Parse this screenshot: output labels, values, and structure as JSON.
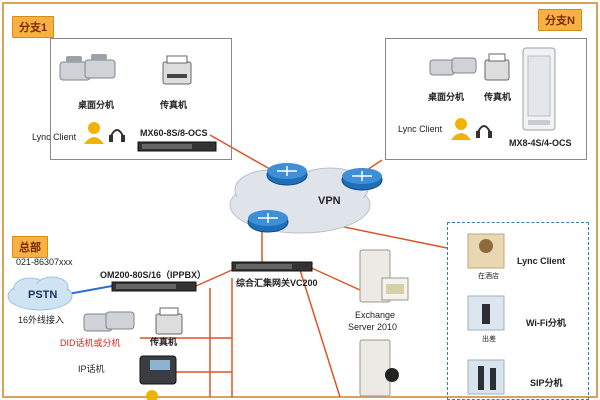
{
  "branch1": {
    "tag": "分支1",
    "desk_phone": "桌面分机",
    "fax": "传真机",
    "lync_client": "Lync Client",
    "device": "MX60-8S/8-OCS"
  },
  "branchN": {
    "tag": "分支N",
    "desk_phone": "桌面分机",
    "fax": "传真机",
    "lync_client": "Lync Client",
    "device": "MX8-4S/4-OCS"
  },
  "cloud": {
    "vpn": "VPN"
  },
  "hq": {
    "tag": "总部",
    "phone_number": "021-86307xxx",
    "pstn": "PSTN",
    "trunk": "16外线接入",
    "ippbx": "OM200-80S/16（IPPBX）",
    "gateway": "综合汇集网关VC200",
    "did": "DID话机或分机",
    "fax": "传真机",
    "ip_phone": "IP话机",
    "exchange_line1": "Exchange",
    "exchange_line2": "Server 2010"
  },
  "mobile": {
    "lync_client": "Lync  Client",
    "wifi": "Wi-Fi分机",
    "sip": "SIP分机",
    "photo1_caption": "在酒店",
    "photo2_caption": "出差"
  },
  "colors": {
    "frame": "#d9a25a",
    "tag_bg": "#f6b043",
    "link_red": "#d9552a",
    "link_blue": "#2a6fd6",
    "router": "#1f6fb8"
  }
}
